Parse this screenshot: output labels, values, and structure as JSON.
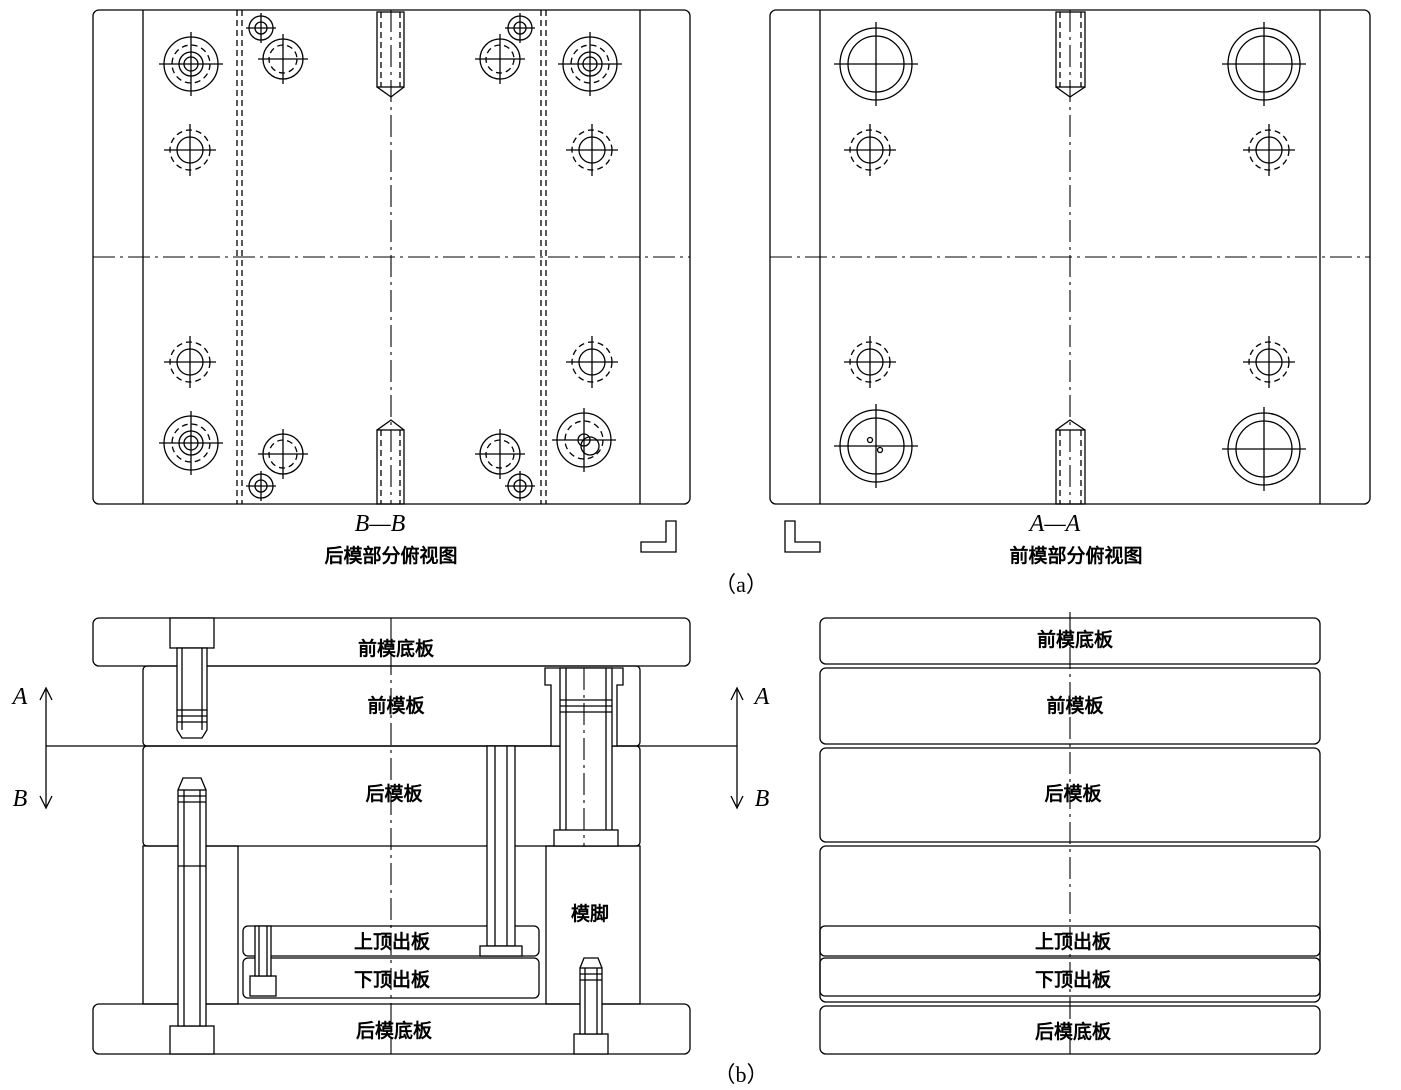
{
  "figure_a": {
    "left_view": {
      "section": "B—B",
      "title": "后模部分俯视图"
    },
    "right_view": {
      "section": "A—A",
      "title": "前模部分俯视图"
    },
    "caption": "（a）"
  },
  "figure_b": {
    "left_assembly": {
      "plates": {
        "front_clamp_plate": "前模底板",
        "front_mold_plate": "前模板",
        "rear_mold_plate": "后模板",
        "upper_ejector_plate": "上顶出板",
        "lower_ejector_plate": "下顶出板",
        "rear_clamp_plate": "后模底板",
        "spacer_block": "模脚"
      },
      "section_marks": {
        "left_top": "A",
        "left_bottom": "B",
        "right_top": "A",
        "right_bottom": "B"
      }
    },
    "right_assembly": {
      "plates": {
        "front_clamp_plate": "前模底板",
        "front_mold_plate": "前模板",
        "rear_mold_plate": "后模板",
        "upper_ejector_plate": "上顶出板",
        "lower_ejector_plate": "下顶出板",
        "rear_clamp_plate": "后模底板"
      }
    },
    "caption": "（b）"
  }
}
